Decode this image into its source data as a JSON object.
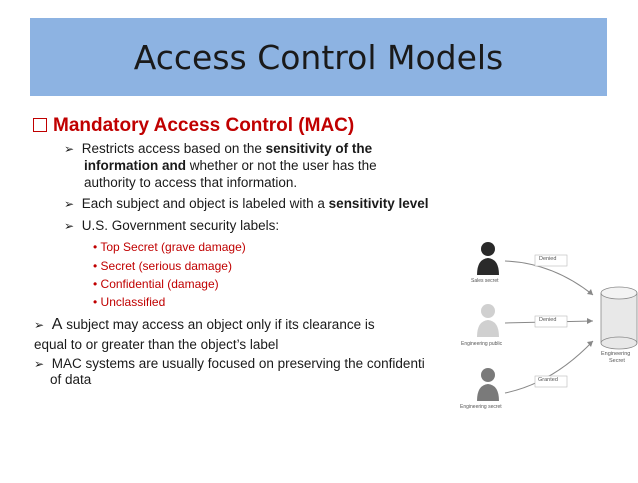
{
  "title": "Access Control Models",
  "heading": "Mandatory Access Control (MAC)",
  "bullets": {
    "b1_line1_pre": "Restricts access based on the ",
    "b1_line1_bold": "sensitivity of the",
    "b1_line2_bold": "information and",
    "b1_line2_rest": " whether or not the user has the",
    "b1_line3": "authority to access that information.",
    "b2_pre": "Each subject and object is labeled with a ",
    "b2_bold": "sensitivity level",
    "b3": "U.S. Government security labels:"
  },
  "labels": [
    "Top Secret (grave damage)",
    "Secret (serious damage)",
    "Confidential (damage)",
    "Unclassified"
  ],
  "rule": {
    "a": "A",
    "line1": " subject may access an object only if its clearance is",
    "line2": "equal to or greater than the object’s label"
  },
  "mac_focus": {
    "line1": "MAC systems are usually focused on preserving the confidenti",
    "line2": "of data"
  },
  "figure": {
    "users": [
      "Sales secret",
      "Engineering public",
      "Engineering secret"
    ],
    "decisions": [
      "Denied",
      "Denied",
      "Granted"
    ],
    "object": [
      "Engineering",
      "Secret"
    ]
  },
  "colors": {
    "header": "#8db3e2",
    "accent": "#c00000"
  }
}
